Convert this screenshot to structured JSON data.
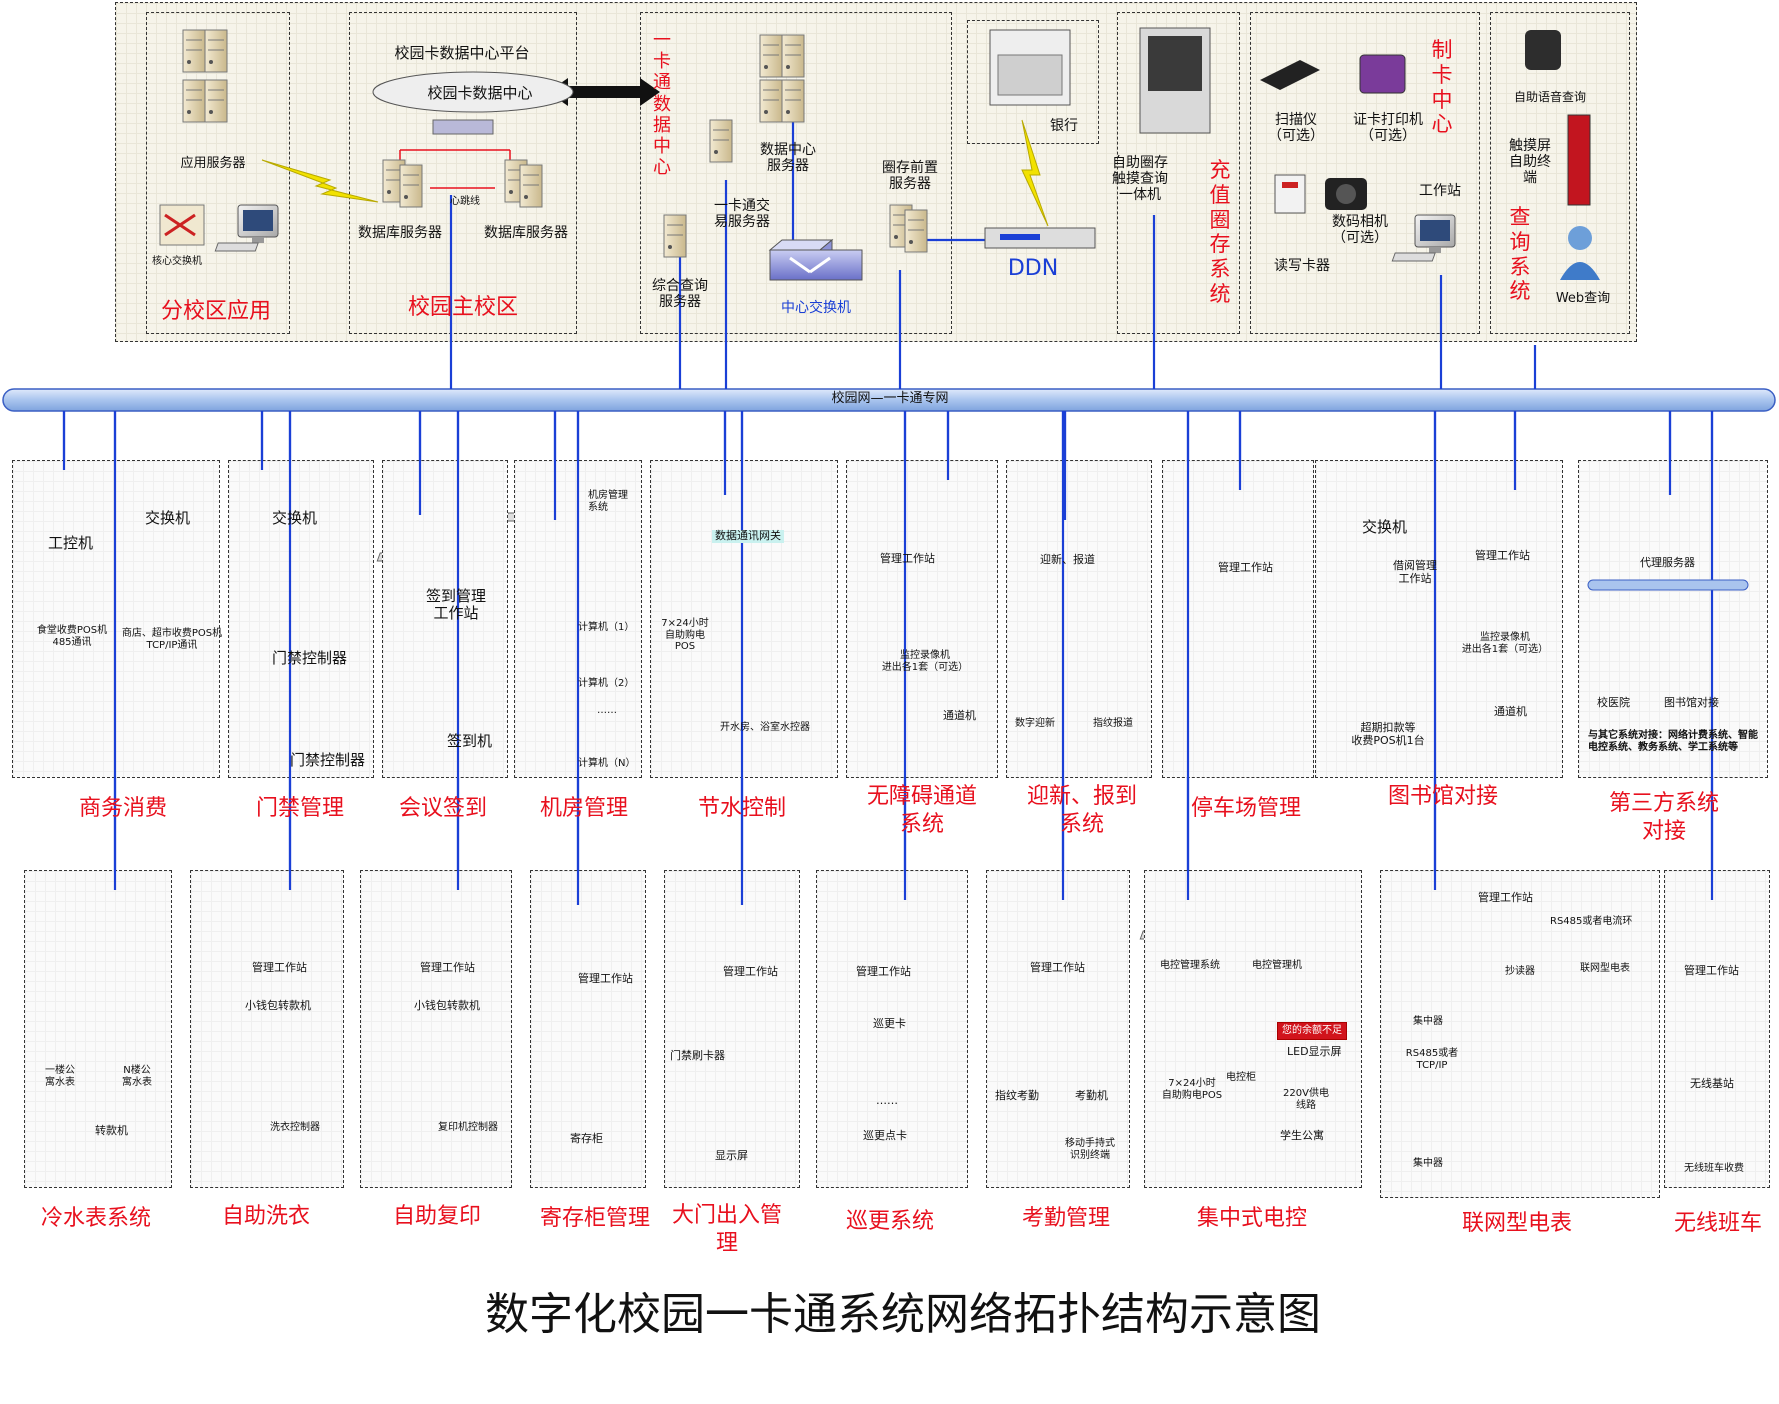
{
  "title": "数字化校园一卡通系统网络拓扑结构示意图",
  "backbone": "校园网—一卡通专网",
  "top": {
    "branch": {
      "title": "分校区应用",
      "app_server": "应用服务器",
      "core_switch": "核心交换机"
    },
    "main": {
      "title": "校园主校区",
      "platform": "校园卡数据中心平台",
      "center": "校园卡数据中心",
      "db1": "数据库服务器",
      "db2": "数据库服务器",
      "heartbeat": "心跳线"
    },
    "dc": {
      "title": "一卡通数据中心",
      "dc_server": "数据中心\n服务器",
      "trade_server": "一卡通交\n易服务器",
      "query_server": "综合查询\n服务器",
      "switch": "中心交换机",
      "pre_server": "圈存前置\n服务器",
      "ddn": "DDN",
      "bank": "银行"
    },
    "recharge": {
      "title": "充值圈存系统",
      "kiosk": "自助圈存\n触摸查询\n一体机"
    },
    "card": {
      "title": "制卡中心",
      "scanner": "扫描仪\n（可选）",
      "printer": "证卡打印机\n（可选）",
      "reader": "读写卡器",
      "camera": "数码相机\n（可选）",
      "workstation": "工作站"
    },
    "query": {
      "title": "查询系统",
      "voice": "自助语音查询",
      "touch": "触摸屏\n自助终\n端",
      "web": "Web查询"
    }
  },
  "row1": [
    {
      "title": "商务消费",
      "items": [
        "工控机",
        "交换机",
        "食堂收费POS机\n485通讯",
        "商店、超市收费POS机\nTCP/IP通讯"
      ]
    },
    {
      "title": "门禁管理",
      "items": [
        "交换机",
        "门禁控制器",
        "门禁控制器"
      ]
    },
    {
      "title": "会议签到",
      "items": [
        "签到管理\n工作站",
        "签到机"
      ]
    },
    {
      "title": "机房管理",
      "items": [
        "机房管理\n系统",
        "计算机（1）",
        "计算机（2）",
        "……",
        "计算机（N）"
      ]
    },
    {
      "title": "节水控制",
      "items": [
        "数据通讯网关",
        "7×24小时\n自助购电\nPOS",
        "开水房、浴室水控器"
      ]
    },
    {
      "title": "无障碍通道\n系统",
      "items": [
        "管理工作站",
        "监控录像机\n进出各1套（可选）",
        "通道机"
      ]
    },
    {
      "title": "迎新、报到\n系统",
      "items": [
        "迎新、报道",
        "数字迎新",
        "指纹报道"
      ]
    },
    {
      "title": "停车场管理",
      "items": [
        "管理工作站"
      ]
    },
    {
      "title": "图书馆对接",
      "items": [
        "交换机",
        "借阅管理\n工作站",
        "管理工作站",
        "监控录像机\n进出各1套（可选）",
        "超期扣款等\n收费POS机1台",
        "通道机"
      ]
    },
    {
      "title": "第三方系统\n对接",
      "items": [
        "代理服务器",
        "校医院",
        "图书馆对接",
        "与其它系统对接：网络计费系统、智能电控系统、教务系统、学工系统等"
      ]
    }
  ],
  "row2": [
    {
      "title": "冷水表系统",
      "items": [
        "一楼公\n寓水表",
        "N楼公\n寓水表",
        "转款机"
      ]
    },
    {
      "title": "自助洗衣",
      "items": [
        "管理工作站",
        "小钱包转款机",
        "洗衣控制器"
      ]
    },
    {
      "title": "自助复印",
      "items": [
        "管理工作站",
        "小钱包转款机",
        "复印机控制器"
      ]
    },
    {
      "title": "寄存柜管理",
      "items": [
        "管理工作站",
        "寄存柜"
      ]
    },
    {
      "title": "大门出入管\n理",
      "items": [
        "管理工作站",
        "门禁刷卡器",
        "显示屏"
      ]
    },
    {
      "title": "巡更系统",
      "items": [
        "管理工作站",
        "巡更卡",
        "……",
        "巡更点卡"
      ]
    },
    {
      "title": "考勤管理",
      "items": [
        "管理工作站",
        "指纹考勤",
        "考勤机",
        "移动手持式\n识别终端"
      ]
    },
    {
      "title": "集中式电控",
      "items": [
        "电控管理系统",
        "电控管理机",
        "您的余额不足",
        "LED显示屏",
        "7×24小时\n自助购电POS",
        "电控柜",
        "220V供电\n线路",
        "学生公寓"
      ]
    },
    {
      "title": "联网型电表",
      "items": [
        "管理工作站",
        "集中器",
        "RS485或者\nTCP/IP",
        "集中器",
        "抄读器",
        "RS485或者电流环",
        "联网型电表"
      ]
    },
    {
      "title": "无线班车",
      "items": [
        "管理工作站",
        "无线基站",
        "无线班车收费"
      ]
    }
  ],
  "colors": {
    "red": "#e8101e",
    "blue": "#1a3fd6",
    "bus": "#a9c4ee"
  }
}
